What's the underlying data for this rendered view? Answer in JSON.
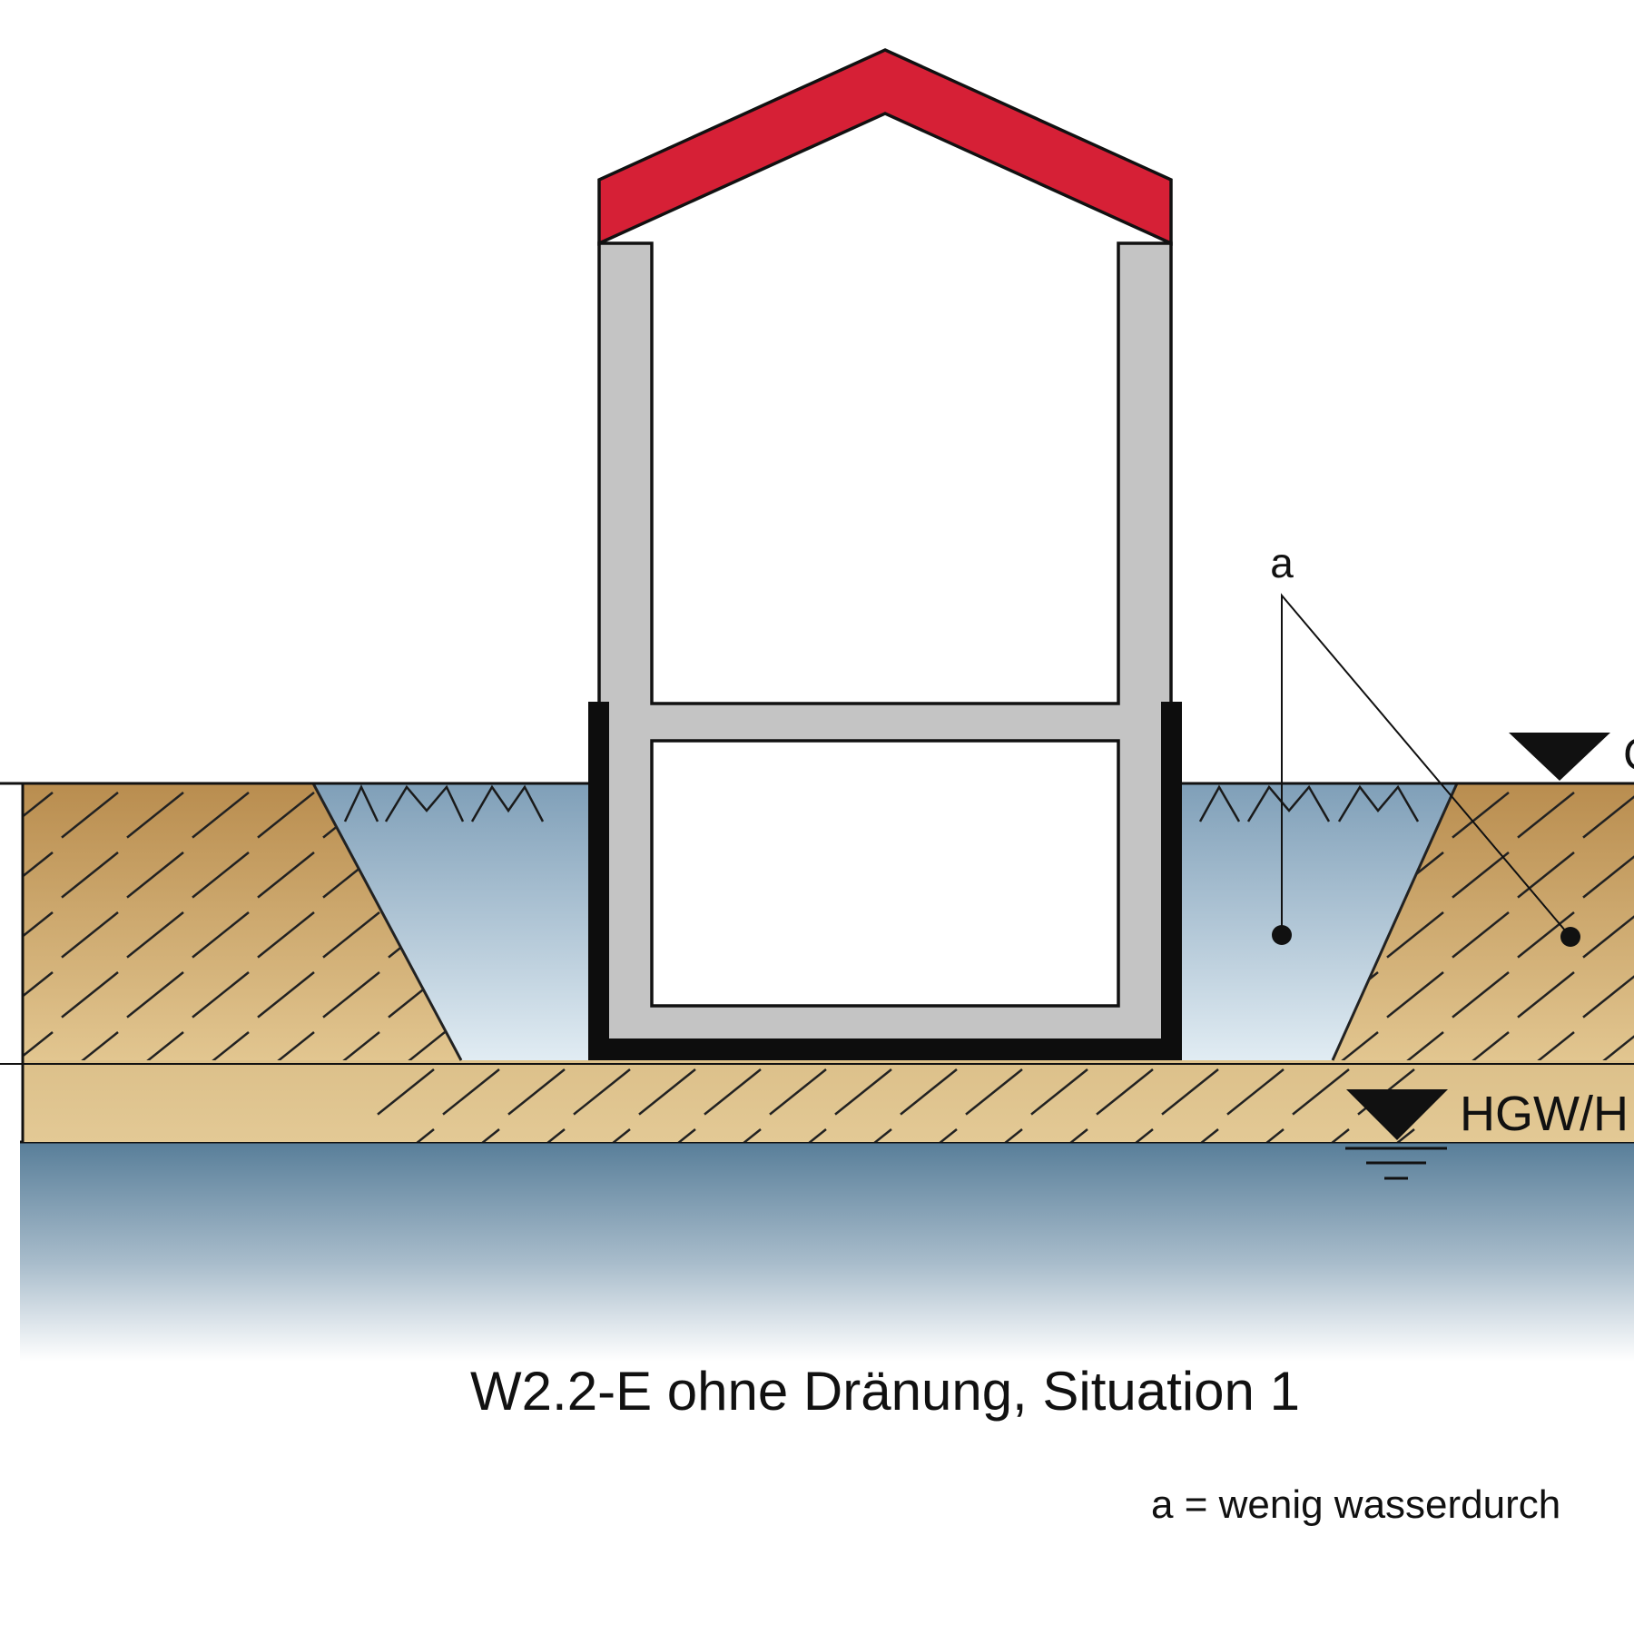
{
  "labels": {
    "callout_letter": "a",
    "gok_partial": "G",
    "hgw_partial": "HGW/H",
    "caption": "W2.2-E ohne Dränung, Situation 1",
    "legend_partial": "a = wenig wasserdurch"
  },
  "colors": {
    "roof": "#d62036",
    "wall": "#c4c4c4",
    "soil_dark": "#b98d4f",
    "soil_light": "#e2c690",
    "seepage_dark": "#7f9fb8",
    "seepage_light": "#e1ecf3",
    "groundwater_dark": "#587e99",
    "groundwater_light": "#ffffff",
    "sealing": "#0d0d0d",
    "outline": "#111111"
  },
  "icons": {
    "gok_marker": "water-level-triangle-icon",
    "hgw_marker": "water-level-triangle-icon"
  }
}
